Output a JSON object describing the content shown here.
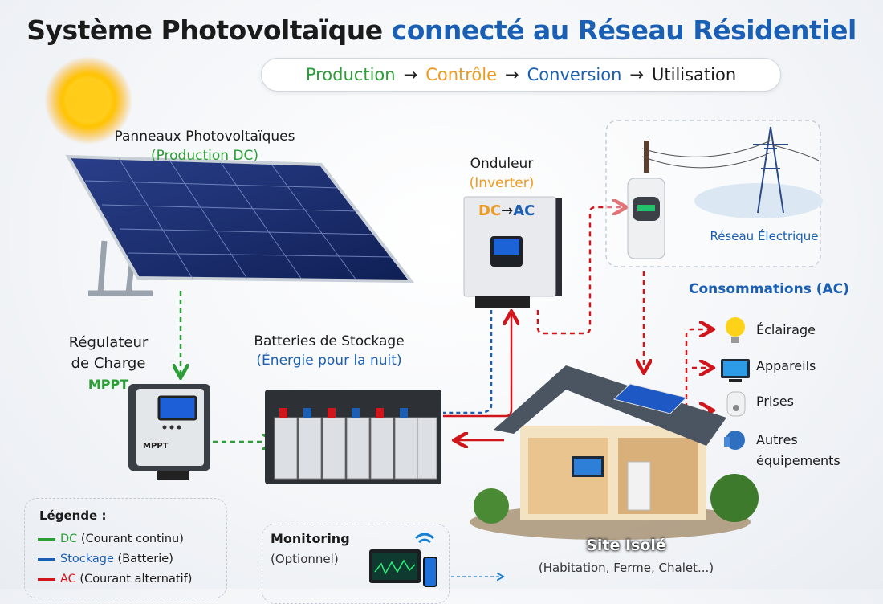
{
  "title": {
    "part1": "Système Photovoltaïque ",
    "part2": "connecté au Réseau Résidentiel"
  },
  "flow": {
    "steps": [
      "Production",
      "Contrôle",
      "Conversion",
      "Utilisation"
    ],
    "arrow": "→"
  },
  "panels": {
    "title": "Panneaux Photovoltaïques",
    "subtitle": "(Production DC)"
  },
  "regulator": {
    "line1": "Régulateur",
    "line2": "de Charge",
    "line3": "MPPT",
    "device_label": "MPPT"
  },
  "batteries": {
    "title": "Batteries de Stockage",
    "subtitle": "(Énergie pour la nuit)"
  },
  "inverter": {
    "title": "Onduleur",
    "subtitle": "(Inverter)",
    "dc": "DC",
    "arrow": "→",
    "ac": "AC"
  },
  "grid": {
    "label": "Réseau Électrique"
  },
  "consumption": {
    "title": "Consommations (AC)",
    "items": [
      {
        "label": "Éclairage",
        "icon": "lightbulb-icon"
      },
      {
        "label": "Appareils",
        "icon": "tv-icon"
      },
      {
        "label": "Prises",
        "icon": "outlet-icon"
      },
      {
        "label": "Autres",
        "label2": "équipements",
        "icon": "pump-icon"
      }
    ]
  },
  "site": {
    "title": "Site Isolé",
    "subtitle": "(Habitation, Ferme, Chalet...)"
  },
  "legend": {
    "title": "Légende :",
    "items": [
      {
        "key": "DC",
        "desc": " (Courant continu)",
        "color": "#2b9e36"
      },
      {
        "key": "Stockage",
        "desc": " (Batterie)",
        "color": "#1a5fb4"
      },
      {
        "key": "AC",
        "desc": " (Courant alternatif)",
        "color": "#d0161b"
      }
    ]
  },
  "monitoring": {
    "title": "Monitoring",
    "subtitle": "(Optionnel)"
  }
}
